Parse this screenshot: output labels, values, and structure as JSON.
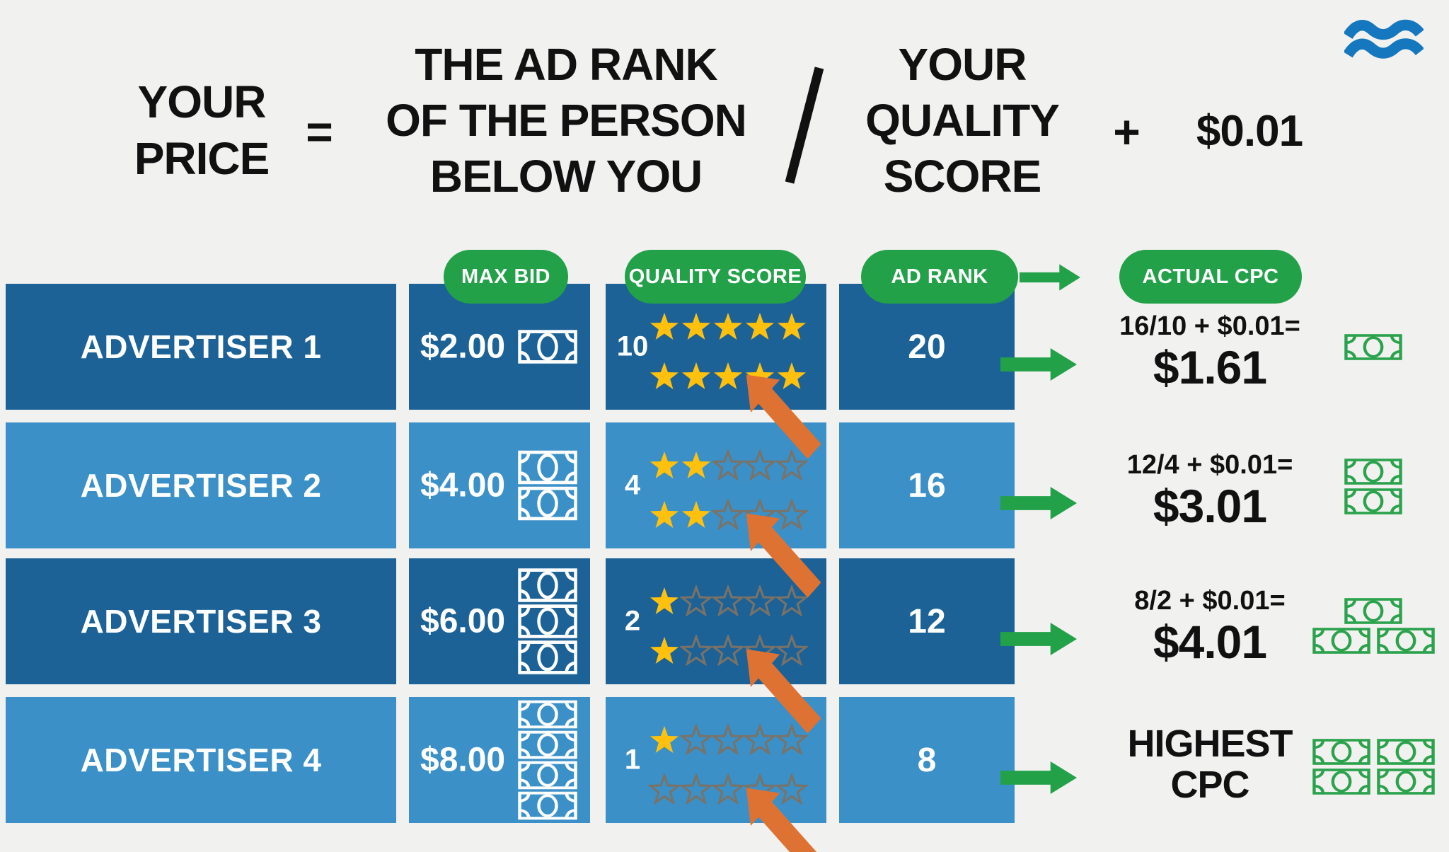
{
  "formula": {
    "lhs_line1": "YOUR",
    "lhs_line2": "PRICE",
    "equals": "=",
    "num_line1": "THE AD RANK",
    "num_line2": "OF THE PERSON",
    "num_line3": "BELOW YOU",
    "divide": "/",
    "den_line1": "YOUR",
    "den_line2": "QUALITY",
    "den_line3": "SCORE",
    "plus": "+",
    "addend": "$0.01"
  },
  "header": {
    "max_bid": "MAX BID",
    "quality_score": "QUALITY SCORE",
    "ad_rank": "AD RANK",
    "actual_cpc": "ACTUAL CPC"
  },
  "rows": [
    {
      "advertiser": "ADVERTISER 1",
      "max_bid": "$2.00",
      "bid_notes": 1,
      "quality_score": "10",
      "stars_total": 10,
      "stars_filled": 10,
      "ad_rank": "20",
      "cpc_formula": "16/10 + $0.01=",
      "cpc_value": "$1.61",
      "cpc_notes": 1
    },
    {
      "advertiser": "ADVERTISER 2",
      "max_bid": "$4.00",
      "bid_notes": 2,
      "quality_score": "4",
      "stars_total": 10,
      "stars_filled": 4,
      "ad_rank": "16",
      "cpc_formula": "12/4 + $0.01=",
      "cpc_value": "$3.01",
      "cpc_notes": 2
    },
    {
      "advertiser": "ADVERTISER 3",
      "max_bid": "$6.00",
      "bid_notes": 3,
      "quality_score": "2",
      "stars_total": 10,
      "stars_filled": 2,
      "ad_rank": "12",
      "cpc_formula": "8/2 + $0.01=",
      "cpc_value": "$4.01",
      "cpc_notes": 3
    },
    {
      "advertiser": "ADVERTISER 4",
      "max_bid": "$8.00",
      "bid_notes": 4,
      "quality_score": "1",
      "stars_total": 10,
      "stars_filled": 1,
      "ad_rank": "8",
      "cpc_label_line1": "HIGHEST",
      "cpc_label_line2": "CPC",
      "cpc_notes": 4
    }
  ],
  "colors": {
    "background": "#F1F1F0",
    "row_dark": "#1C6296",
    "row_light": "#3B90C7",
    "pill_green": "#23A149",
    "arrow_green": "#23A149",
    "arrow_orange": "#DE7233",
    "star_fill": "#FFC10D",
    "star_outline": "#7B7265",
    "banknote_white": "#FFFFFF",
    "banknote_green": "#2BA24C",
    "logo_blue": "#1577BD",
    "text_black": "#111111"
  }
}
